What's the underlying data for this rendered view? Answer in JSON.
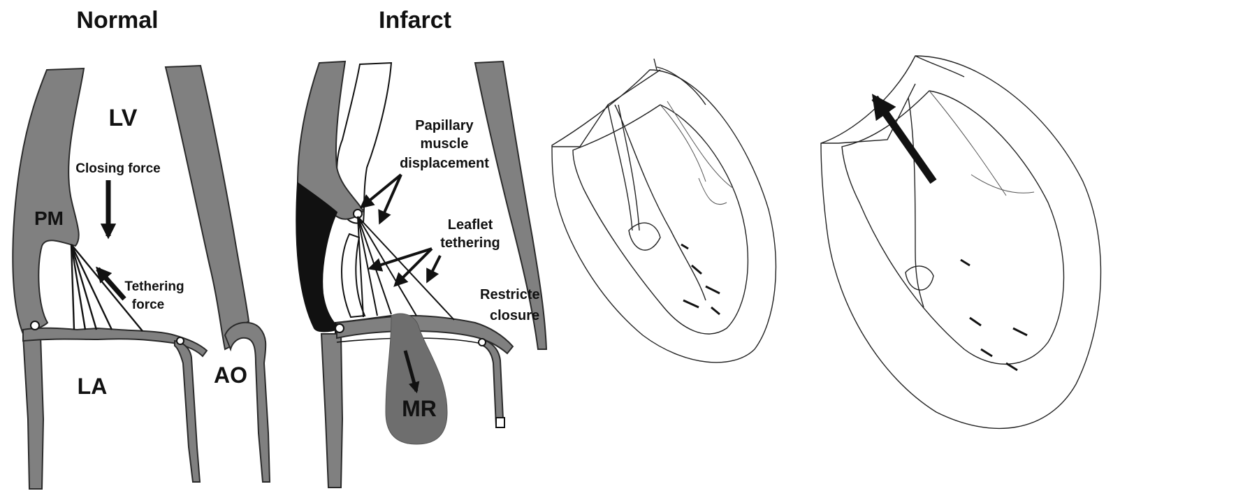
{
  "panels": {
    "normal": {
      "title": "Normal",
      "labels": {
        "lv": "LV",
        "pm": "PM",
        "closing_force": "Closing force",
        "tethering_force_1": "Tethering",
        "tethering_force_2": "force",
        "la": "LA",
        "ao": "AO"
      }
    },
    "infarct": {
      "title": "Infarct",
      "labels": {
        "papillary_1": "Papillary",
        "papillary_2": "muscle",
        "papillary_3": "displacement",
        "leaflet_1": "Leaflet",
        "leaflet_2": "tethering",
        "restricted_1": "Restricte",
        "restricted_2": "closure",
        "mr": "MR"
      }
    }
  },
  "colors": {
    "wall": "#808080",
    "infarct_wall": "#111111",
    "mr_jet": "#6e6e6e",
    "ink": "#111111"
  },
  "icons": [
    "closing-force-arrow",
    "tethering-force-arrow",
    "mr-jet-arrow",
    "displacement-arrow"
  ]
}
